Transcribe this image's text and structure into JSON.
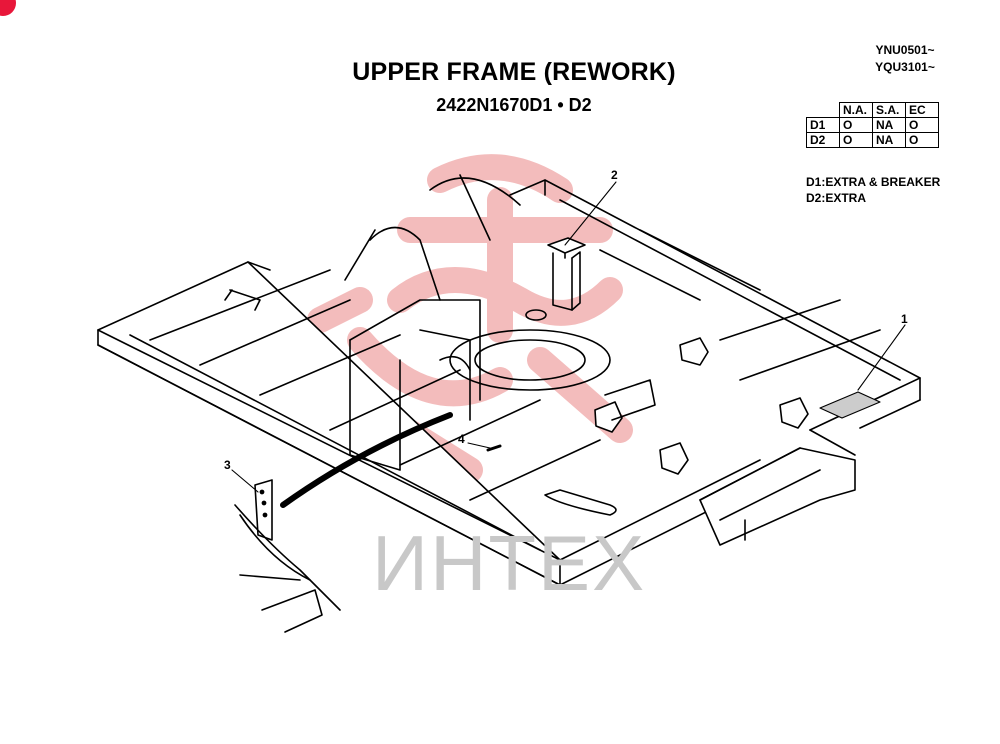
{
  "header": {
    "title": "UPPER FRAME (REWORK)",
    "subtitle": "2422N1670D1 • D2",
    "serials": [
      "YNU0501~",
      "YQU3101~"
    ]
  },
  "availability": {
    "columns": [
      "N.A.",
      "S.A.",
      "EC"
    ],
    "rows": [
      {
        "label": "D1",
        "cells": [
          "O",
          "NA",
          "O"
        ]
      },
      {
        "label": "D2",
        "cells": [
          "O",
          "NA",
          "O"
        ]
      }
    ]
  },
  "notes": [
    "D1:EXTRA & BREAKER",
    "D2:EXTRA"
  ],
  "callouts": [
    "1",
    "2",
    "3",
    "4"
  ],
  "watermark": {
    "text": "ИНТЕХ",
    "logo_color": "#f2b5b5",
    "text_color": "#c8c8c8"
  }
}
